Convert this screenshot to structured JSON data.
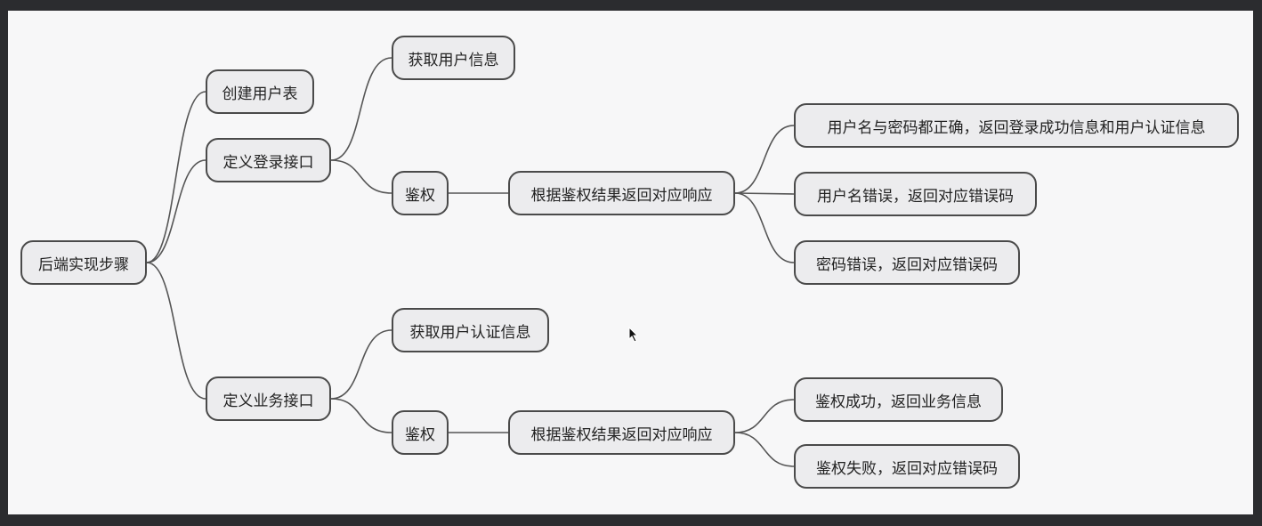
{
  "mindmap": {
    "root": "后端实现步骤",
    "create_table": "创建用户表",
    "login_api": {
      "label": "定义登录接口",
      "get_info": "获取用户信息",
      "auth": "鉴权",
      "respond": "根据鉴权结果返回对应响应",
      "outcomes": [
        "用户名与密码都正确，返回登录成功信息和用户认证信息",
        "用户名错误，返回对应错误码",
        "密码错误，返回对应错误码"
      ]
    },
    "business_api": {
      "label": "定义业务接口",
      "get_info": "获取用户认证信息",
      "auth": "鉴权",
      "respond": "根据鉴权结果返回对应响应",
      "outcomes": [
        "鉴权成功，返回业务信息",
        "鉴权失败，返回对应错误码"
      ]
    }
  }
}
